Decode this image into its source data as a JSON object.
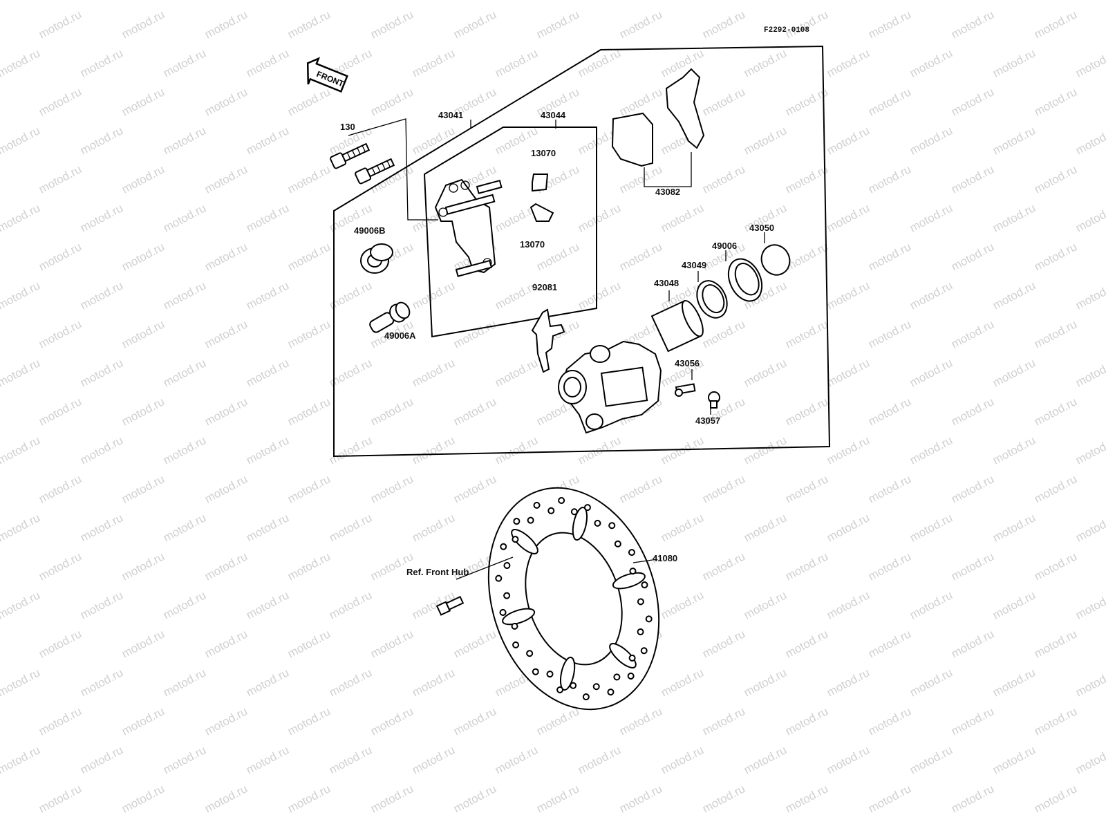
{
  "diagram": {
    "code": "F2292-0108",
    "front_label": "FRONT",
    "watermark": "motod.ru",
    "parts": {
      "p130": "130",
      "p43041": "43041",
      "p43044": "43044",
      "p13070_top": "13070",
      "p13070_bottom": "13070",
      "p43082": "43082",
      "p49006B": "49006B",
      "p49006A": "49006A",
      "p92081": "92081",
      "p43048": "43048",
      "p43049": "43049",
      "p49006": "49006",
      "p43050": "43050",
      "p43056": "43056",
      "p43057": "43057",
      "p41080": "41080",
      "ref_front_hub": "Ref. Front Hub"
    }
  }
}
